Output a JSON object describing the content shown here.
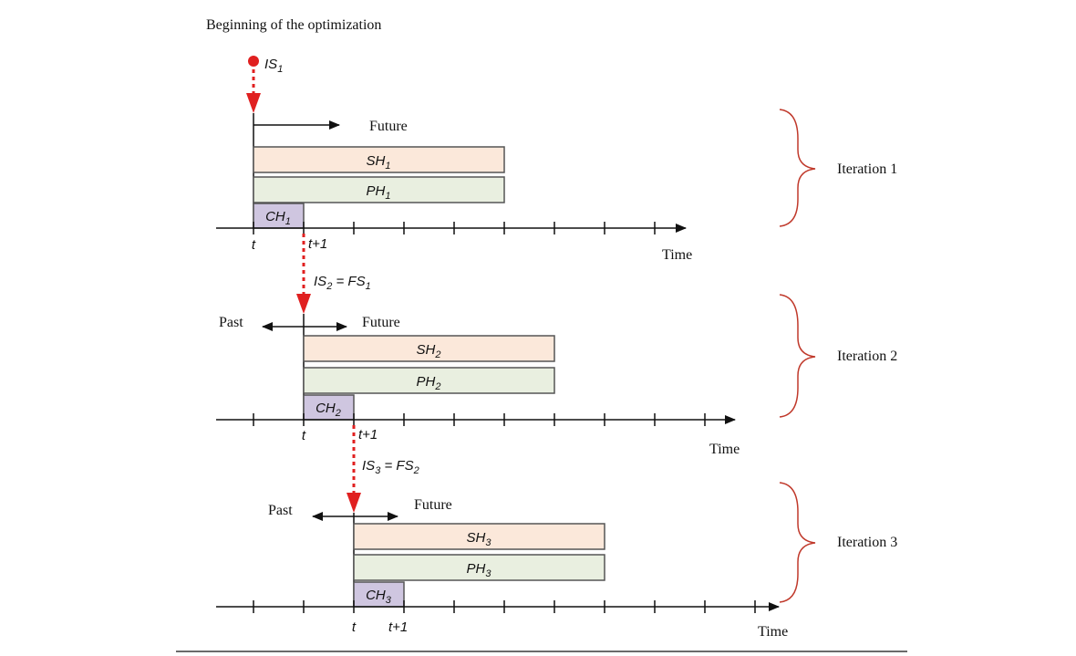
{
  "title": "Beginning of the optimization",
  "start_state": {
    "base": "IS",
    "sub": "1"
  },
  "time_label": "Time",
  "past_label": "Past",
  "future_label": "Future",
  "tick_t": "t",
  "tick_t1": "t+1",
  "iterations": [
    {
      "label": "Iteration 1",
      "sh": {
        "base": "SH",
        "sub": "1"
      },
      "ph": {
        "base": "PH",
        "sub": "1"
      },
      "ch": {
        "base": "CH",
        "sub": "1"
      },
      "transition": null
    },
    {
      "label": "Iteration 2",
      "sh": {
        "base": "SH",
        "sub": "2"
      },
      "ph": {
        "base": "PH",
        "sub": "2"
      },
      "ch": {
        "base": "CH",
        "sub": "2"
      },
      "transition": {
        "lhs_base": "IS",
        "lhs_sub": "2",
        "rhs_base": "FS",
        "rhs_sub": "1"
      }
    },
    {
      "label": "Iteration 3",
      "sh": {
        "base": "SH",
        "sub": "3"
      },
      "ph": {
        "base": "PH",
        "sub": "3"
      },
      "ch": {
        "base": "CH",
        "sub": "3"
      },
      "transition": {
        "lhs_base": "IS",
        "lhs_sub": "3",
        "rhs_base": "FS",
        "rhs_sub": "2"
      }
    }
  ],
  "colors": {
    "sh_fill": "#fbe8da",
    "ph_fill": "#e9efe0",
    "ch_fill": "#cfc6e0",
    "box_stroke": "#555555",
    "dashed_arrow": "#e02020",
    "brace": "#c0392b",
    "axis": "#111111"
  }
}
